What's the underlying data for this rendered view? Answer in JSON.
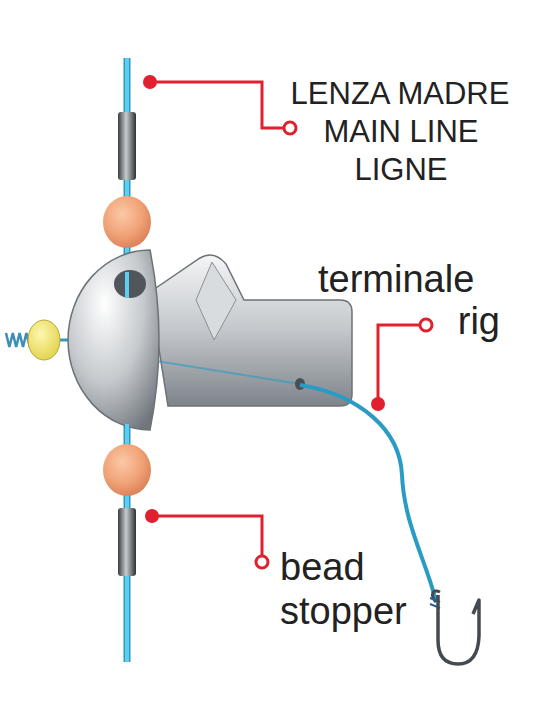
{
  "diagram": {
    "labels": [
      "LENZA MADRE",
      "MAIN LINE",
      "LIGNE",
      "terminale",
      "rig",
      "bead stopper"
    ]
  }
}
